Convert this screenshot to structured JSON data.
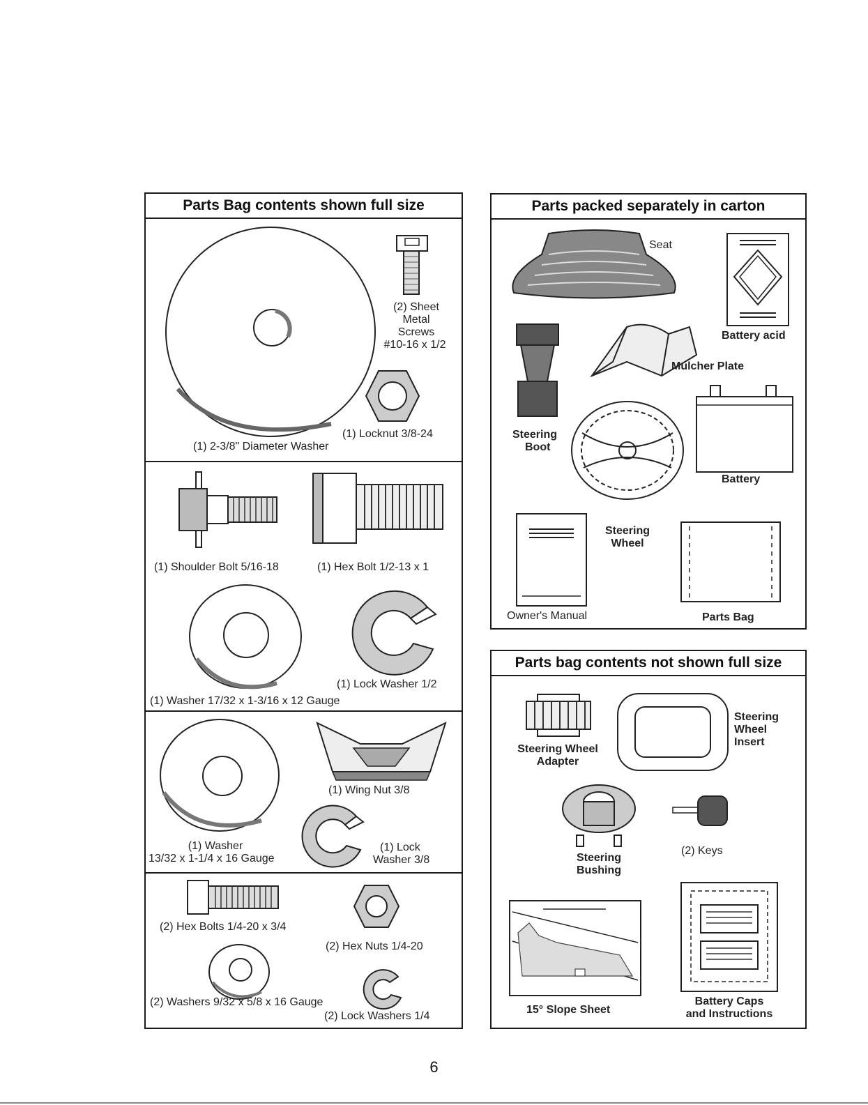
{
  "left_panel": {
    "title": "Parts Bag contents shown full size",
    "items": {
      "sheet_metal_screws": [
        "(2) Sheet",
        "Metal",
        "Screws",
        "#10-16 x 1/2"
      ],
      "big_washer": "(1) 2-3/8\" Diameter Washer",
      "locknut": "(1) Locknut  3/8-24",
      "shoulder_bolt": "(1) Shoulder Bolt  5/16-18",
      "hex_bolt": "(1) Hex Bolt  1/2-13 x 1",
      "lock_washer_half": "(1) Lock Washer  1/2",
      "washer_17_32": "(1) Washer  17/32 x 1-3/16 x 12 Gauge",
      "wing_nut": "(1) Wing Nut  3/8",
      "washer_13_32": [
        "(1) Washer",
        "13/32 x 1-1/4 x 16 Gauge"
      ],
      "lock_washer_3_8": [
        "(1) Lock",
        "Washer  3/8"
      ],
      "hex_bolts": "(2) Hex Bolts  1/4-20 x 3/4",
      "hex_nuts": "(2) Hex Nuts  1/4-20",
      "washers_9_32": "(2) Washers  9/32  x 5/8 x 16 Gauge",
      "lock_washers_quarter": "(2) Lock Washers  1/4"
    }
  },
  "right_top_panel": {
    "title": "Parts packed separately in carton",
    "items": {
      "seat": "Seat",
      "battery_acid": "Battery acid",
      "mulcher_plate": "Mulcher Plate",
      "steering_boot": [
        "Steering",
        "Boot"
      ],
      "battery": "Battery",
      "steering_wheel": [
        "Steering",
        "Wheel"
      ],
      "owners_manual": "Owner's Manual",
      "parts_bag": "Parts Bag"
    }
  },
  "right_bottom_panel": {
    "title": "Parts bag contents not shown full size",
    "items": {
      "steering_wheel_adapter": [
        "Steering Wheel",
        "Adapter"
      ],
      "steering_wheel_insert": [
        "Steering",
        "Wheel",
        "Insert"
      ],
      "steering_bushing": [
        "Steering",
        "Bushing"
      ],
      "keys": "(2) Keys",
      "slope_sheet": "15° Slope Sheet",
      "battery_caps": [
        "Battery Caps",
        "and Instructions"
      ]
    }
  },
  "page_number": "6"
}
